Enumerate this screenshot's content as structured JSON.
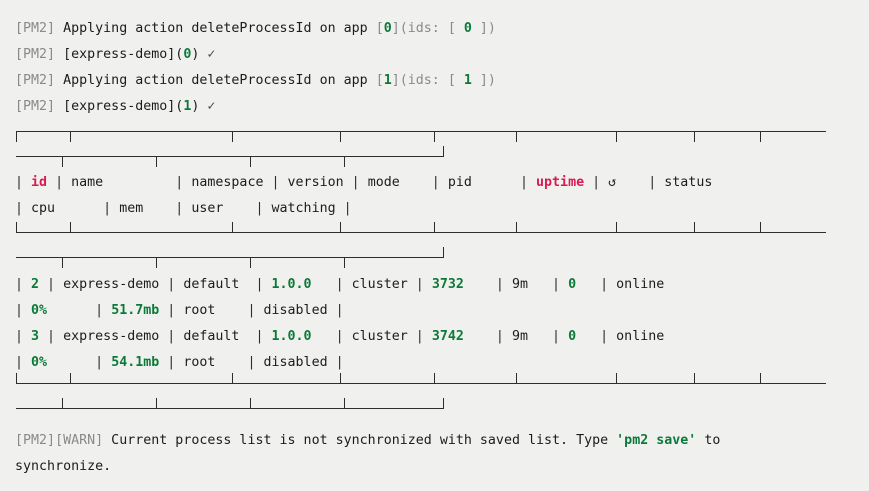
{
  "terminal": {
    "background": "#f0f0ef",
    "foreground": "#1c1c1c",
    "accent_green": "#0b7a38",
    "accent_crimson": "#d81b54",
    "accent_grey": "#8a8a8a",
    "rule_color": "#2d2d2d"
  },
  "log_lines": [
    {
      "prefix": "[PM2]",
      "text_1": " Applying action deleteProcessId on app ",
      "bracket_open": "[",
      "app_index": "0",
      "bracket_close": "](ids: [ ",
      "id_value": "0",
      "tail": " ])"
    },
    {
      "prefix": "[PM2]",
      "text_1": " [express-demo](",
      "app_index": "0",
      "tail": ") ",
      "check": "✓"
    },
    {
      "prefix": "[PM2]",
      "text_1": " Applying action deleteProcessId on app ",
      "bracket_open": "[",
      "app_index": "1",
      "bracket_close": "](ids: [ ",
      "id_value": "1",
      "tail": " ])"
    },
    {
      "prefix": "[PM2]",
      "text_1": " [express-demo](",
      "app_index": "1",
      "tail": ") ",
      "check": "✓"
    }
  ],
  "table": {
    "headers_row_1": [
      "id",
      "name",
      "namespace",
      "version",
      "mode",
      "pid",
      "uptime",
      "↺",
      "status"
    ],
    "headers_row_2": [
      "cpu",
      "mem",
      "user",
      "watching"
    ],
    "header_colors": {
      "id": "#d81b54",
      "uptime": "#d81b54",
      "name": "#1c1c1c",
      "namespace": "#1c1c1c",
      "version": "#1c1c1c",
      "mode": "#1c1c1c",
      "pid": "#1c1c1c",
      "restart": "#1c1c1c",
      "status": "#1c1c1c",
      "cpu": "#1c1c1c",
      "mem": "#1c1c1c",
      "user": "#1c1c1c",
      "watching": "#1c1c1c"
    },
    "rows": [
      {
        "id": "2",
        "name": "express-demo",
        "namespace": "default",
        "version": "1.0.0",
        "mode": "cluster",
        "pid": "3732",
        "uptime": "9m",
        "restarts": "0",
        "status": "online",
        "cpu": "0%",
        "mem": "51.7mb",
        "user": "root",
        "watching": "disabled"
      },
      {
        "id": "3",
        "name": "express-demo",
        "namespace": "default",
        "version": "1.0.0",
        "mode": "cluster",
        "pid": "3742",
        "uptime": "9m",
        "restarts": "0",
        "status": "online",
        "cpu": "0%",
        "mem": "54.1mb",
        "user": "root",
        "watching": "disabled"
      }
    ]
  },
  "warning": {
    "prefix_pm2": "[PM2]",
    "prefix_warn": "[WARN]",
    "text_before": " Current process list is not synchronized with saved list. Type ",
    "command": "'pm2 save'",
    "text_after": " to",
    "line_2": "synchronize."
  }
}
